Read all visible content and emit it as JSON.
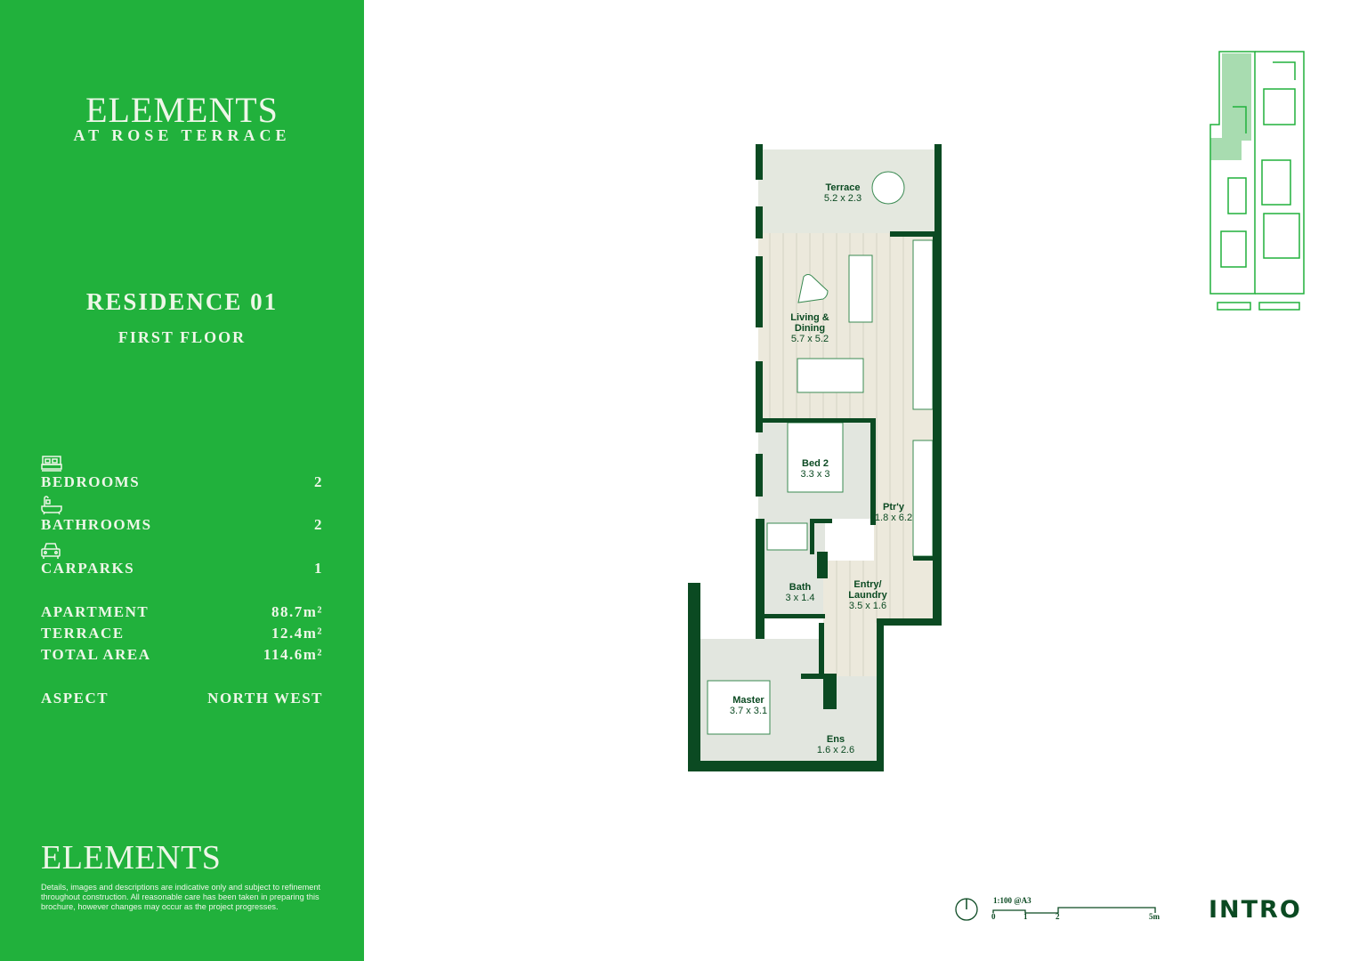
{
  "brand": {
    "logo": "ELEMENTS",
    "logo_sub": "AT ROSE TERRACE",
    "footer_logo": "ELEMENTS",
    "accent_color": "#21b13c",
    "dark_color": "#0b4a22"
  },
  "residence": {
    "title": "RESIDENCE 01",
    "floor": "FIRST FLOOR"
  },
  "specs": [
    {
      "label": "BEDROOMS",
      "value": "2",
      "icon": "bed-icon"
    },
    {
      "label": "BATHROOMS",
      "value": "2",
      "icon": "bathtub-icon"
    },
    {
      "label": "CARPARKS",
      "value": "1",
      "icon": "car-icon"
    }
  ],
  "areas": [
    {
      "label": "APARTMENT",
      "value": "88.7m²"
    },
    {
      "label": "TERRACE",
      "value": "12.4m²"
    },
    {
      "label": "TOTAL AREA",
      "value": "114.6m²"
    }
  ],
  "aspect": {
    "label": "ASPECT",
    "value": "NORTH WEST"
  },
  "disclaimer": "Details, images and descriptions are indicative only and subject to refinement throughout construction. All reasonable care has been taken in preparing this brochure, however changes may occur as the project progresses.",
  "rooms": [
    {
      "name": "Terrace",
      "size": "5.2 x 2.3"
    },
    {
      "name": "Living & Dining",
      "size": "5.7 x 5.2"
    },
    {
      "name": "Bed 2",
      "size": "3.3 x 3"
    },
    {
      "name": "Ptr'y",
      "size": "1.8 x 6.2"
    },
    {
      "name": "Bath",
      "size": "3 x 1.4"
    },
    {
      "name": "Entry/ Laundry",
      "size": "3.5 x 1.6"
    },
    {
      "name": "Master",
      "size": "3.7 x 3.1"
    },
    {
      "name": "Ens",
      "size": "1.6 x 2.6"
    }
  ],
  "scale": {
    "ratio": "1:100 @A3",
    "ticks": [
      "0",
      "1",
      "2",
      "5m"
    ]
  },
  "footer": {
    "section": "INTRO"
  }
}
